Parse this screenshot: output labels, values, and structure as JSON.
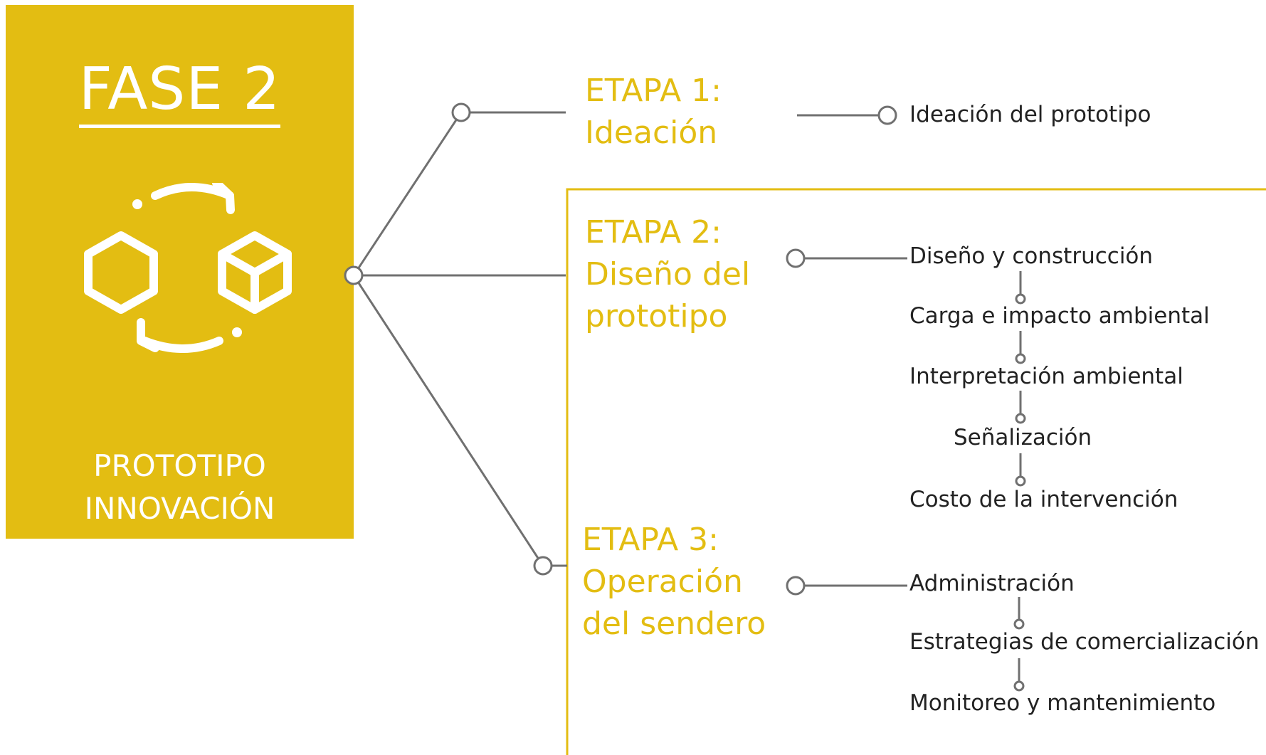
{
  "phase": {
    "title": "FASE 2",
    "subtitle_line1": "PROTOTIPO",
    "subtitle_line2": "INNOVACIÓN",
    "icon": "cycle-hexagon-cube-icon",
    "color": "#e3bd12"
  },
  "stages": [
    {
      "heading": "ETAPA 1:",
      "name_line1": "Ideación",
      "name_line2": "",
      "items": [
        "Ideación del prototipo"
      ]
    },
    {
      "heading": "ETAPA 2:",
      "name_line1": "Diseño del",
      "name_line2": "prototipo",
      "items": [
        "Diseño y construcción",
        "Carga e impacto ambiental",
        "Interpretación ambiental",
        "Señalización",
        "Costo de la intervención"
      ]
    },
    {
      "heading": "ETAPA 3:",
      "name_line1": "Operación",
      "name_line2": "del sendero",
      "items": [
        "Administración",
        "Estrategias de comercialización",
        "Monitoreo y mantenimiento"
      ]
    }
  ],
  "colors": {
    "accent": "#e3bd12",
    "connector": "#707070",
    "text": "#222222"
  }
}
